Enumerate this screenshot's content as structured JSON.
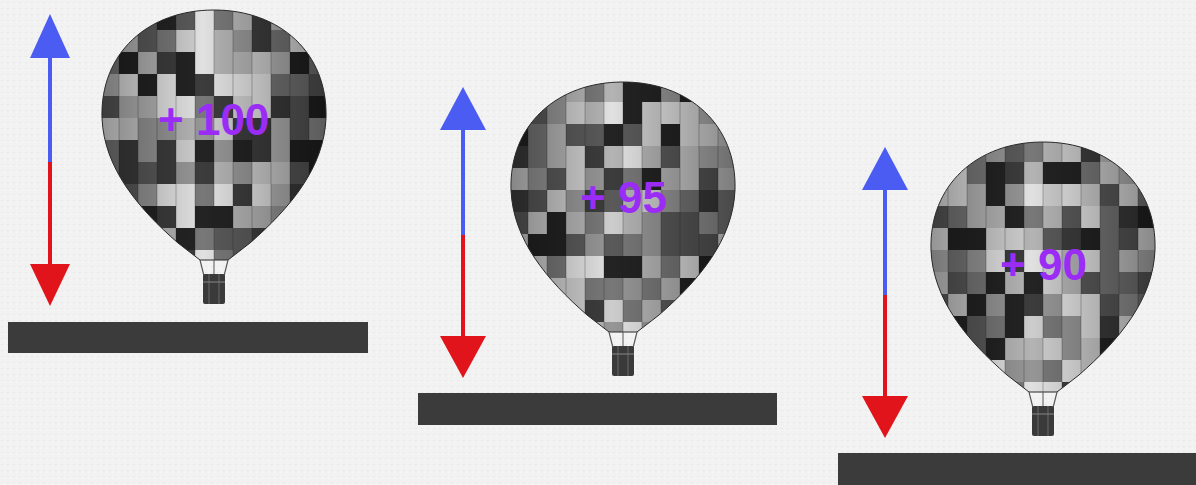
{
  "diagram": {
    "nodes": [
      {
        "text": [
          "+ 100"
        ]
      },
      {
        "text": [
          "+ 95"
        ]
      },
      {
        "text": [
          "+ 90"
        ]
      }
    ]
  }
}
